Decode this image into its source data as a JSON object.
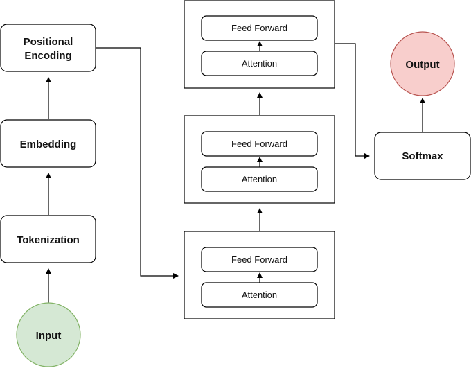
{
  "nodes": {
    "positional_encoding": {
      "label_line1": "Positional",
      "label_line2": "Encoding"
    },
    "embedding": {
      "label": "Embedding"
    },
    "tokenization": {
      "label": "Tokenization"
    },
    "input": {
      "label": "Input",
      "fill": "#d5e8d4",
      "stroke": "#82b366"
    },
    "softmax": {
      "label": "Softmax"
    },
    "output": {
      "label": "Output",
      "fill": "#f8cecc",
      "stroke": "#b85450"
    }
  },
  "blocks": [
    {
      "feed_forward": "Feed Forward",
      "attention": "Attention"
    },
    {
      "feed_forward": "Feed Forward",
      "attention": "Attention"
    },
    {
      "feed_forward": "Feed Forward",
      "attention": "Attention"
    }
  ]
}
